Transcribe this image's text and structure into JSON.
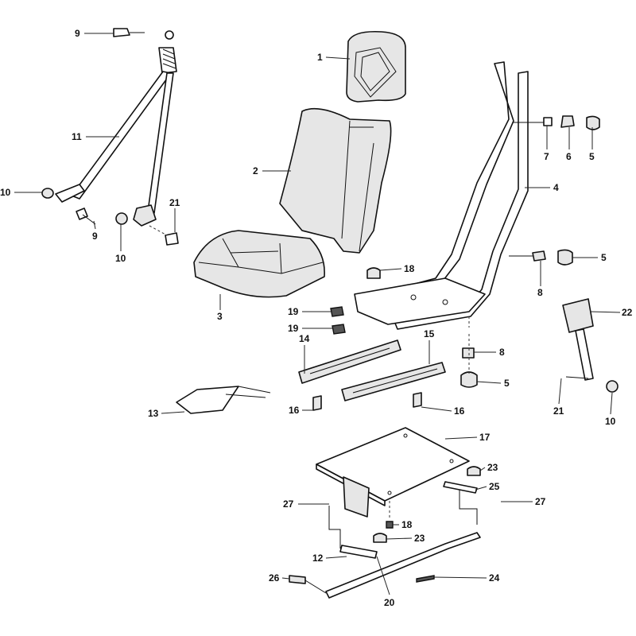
{
  "title": "Seat assembly parts diagram",
  "callouts": [
    "9",
    "1",
    "11",
    "2",
    "7",
    "6",
    "5",
    "4",
    "10",
    "21",
    "9",
    "10",
    "5",
    "18",
    "8",
    "3",
    "19",
    "22",
    "19",
    "14",
    "15",
    "8",
    "5",
    "13",
    "16",
    "16",
    "21",
    "10",
    "17",
    "23",
    "25",
    "27",
    "27",
    "18",
    "23",
    "12",
    "26",
    "24",
    "20"
  ]
}
